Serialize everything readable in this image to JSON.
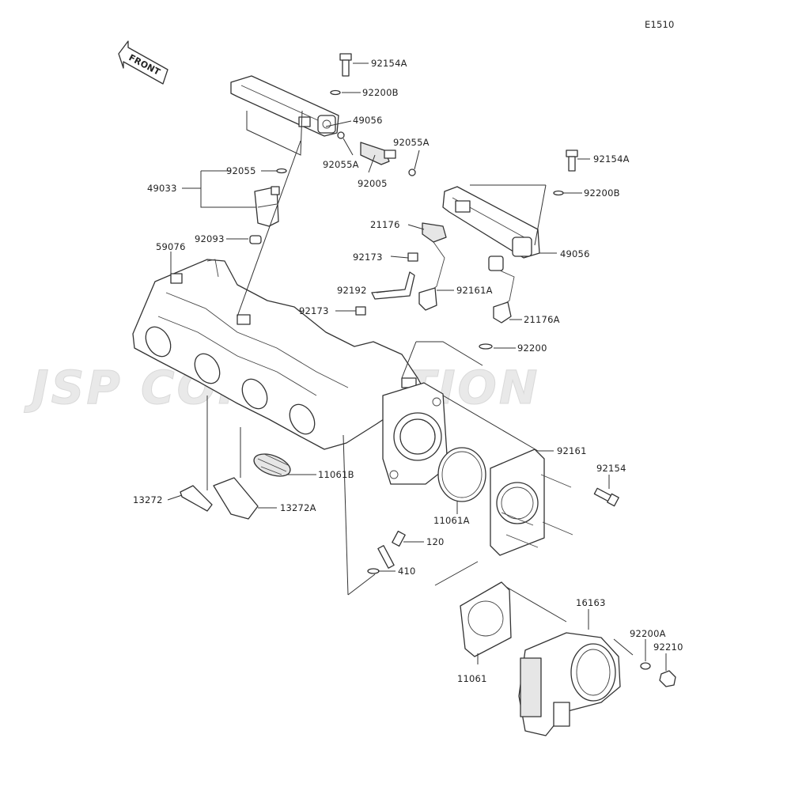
{
  "diagram": {
    "code": "E1510",
    "watermark": "JSP CORPORATION",
    "front_label": "FRONT",
    "parts": {
      "p92154A_1": "92154A",
      "p92200B_1": "92200B",
      "p49056_1": "49056",
      "p92055A_1": "92055A",
      "p92055A_2": "92055A",
      "p92005": "92005",
      "p92055": "92055",
      "p49033": "49033",
      "p92093": "92093",
      "p59076": "59076",
      "p92154A_2": "92154A",
      "p92200B_2": "92200B",
      "p21176": "21176",
      "p49056_2": "49056",
      "p92173_1": "92173",
      "p92192": "92192",
      "p92161A": "92161A",
      "p92173_2": "92173",
      "p21176A": "21176A",
      "p92200": "92200",
      "p92161": "92161",
      "p92154": "92154",
      "p11061B": "11061B",
      "p11061A": "11061A",
      "p13272": "13272",
      "p13272A": "13272A",
      "p120": "120",
      "p410": "410",
      "p16163": "16163",
      "p92200A": "92200A",
      "p92210": "92210",
      "p11061": "11061"
    }
  }
}
